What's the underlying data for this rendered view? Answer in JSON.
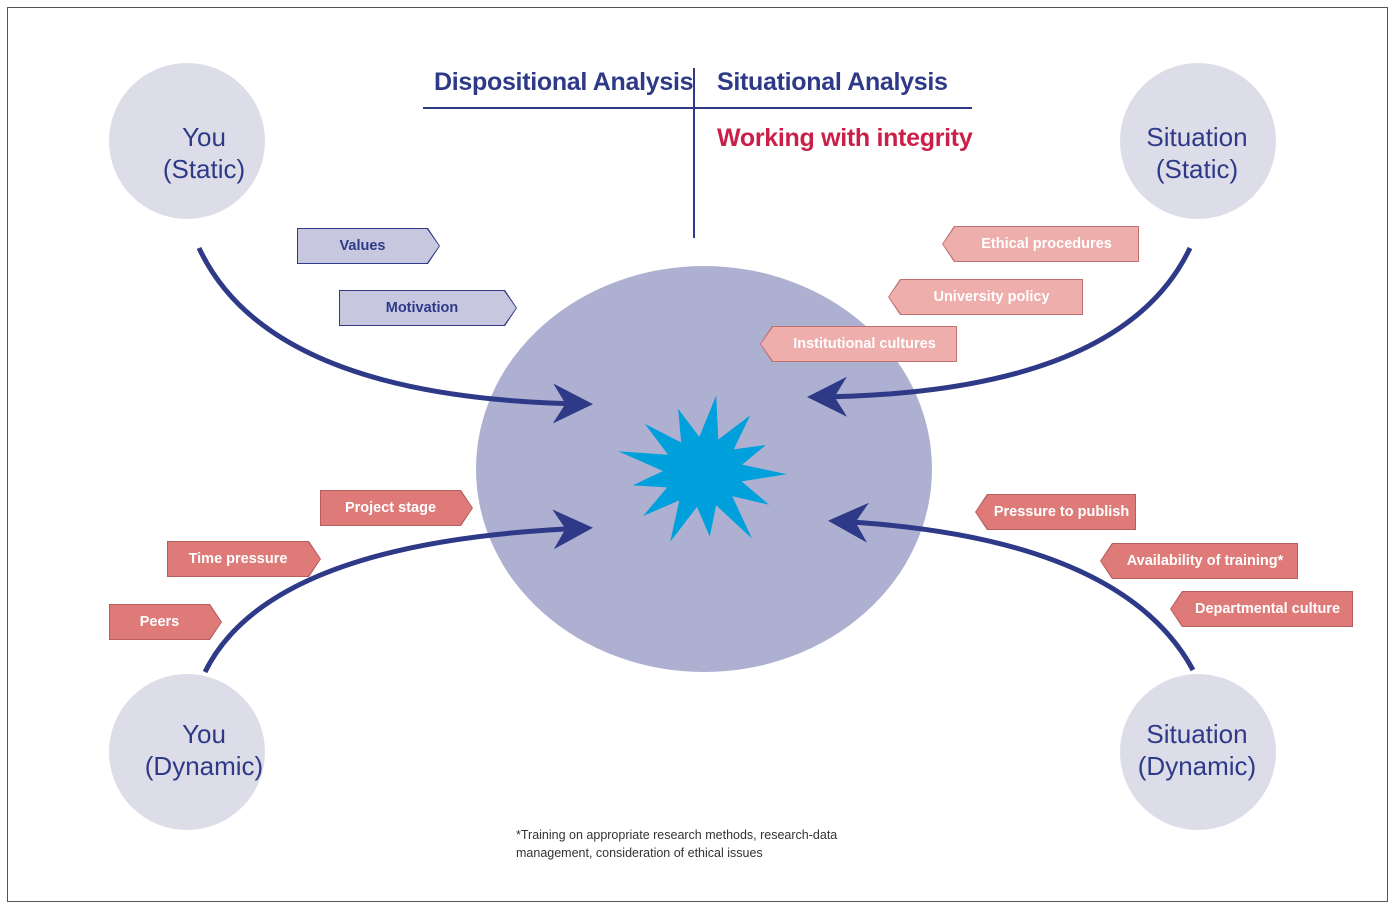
{
  "headings": {
    "dispositional": "Dispositional Analysis",
    "situational": "Situational Analysis",
    "subtitle": "Working with integrity"
  },
  "nodes": {
    "you_static": [
      "You",
      "(Static)"
    ],
    "situation_static": [
      "Situation",
      "(Static)"
    ],
    "you_dynamic": [
      "You",
      "(Dynamic)"
    ],
    "situation_dynamic": [
      "Situation",
      "(Dynamic)"
    ]
  },
  "tags": {
    "values": "Values",
    "motivation": "Motivation",
    "ethical_procedures": "Ethical procedures",
    "university_policy": "University policy",
    "institutional_cultures": "Institutional cultures",
    "project_stage": "Project stage",
    "time_pressure": "Time pressure",
    "peers": "Peers",
    "pressure_to_publish": "Pressure to publish",
    "availability_of_training": "Availability of training*",
    "departmental_culture": "Departmental culture"
  },
  "footnote": "*Training on appropriate research methods, research-data management, consideration of ethical issues",
  "colors": {
    "navy": "#2e3a87",
    "crimson": "#cc1f48",
    "node_fill": "#dcdde9",
    "center_fill": "#aeb0d2",
    "star_fill": "#00a0dc",
    "tag_blue": "#c7c8e0",
    "tag_pink": "#eeaeab",
    "tag_salmon": "#de7b78"
  }
}
